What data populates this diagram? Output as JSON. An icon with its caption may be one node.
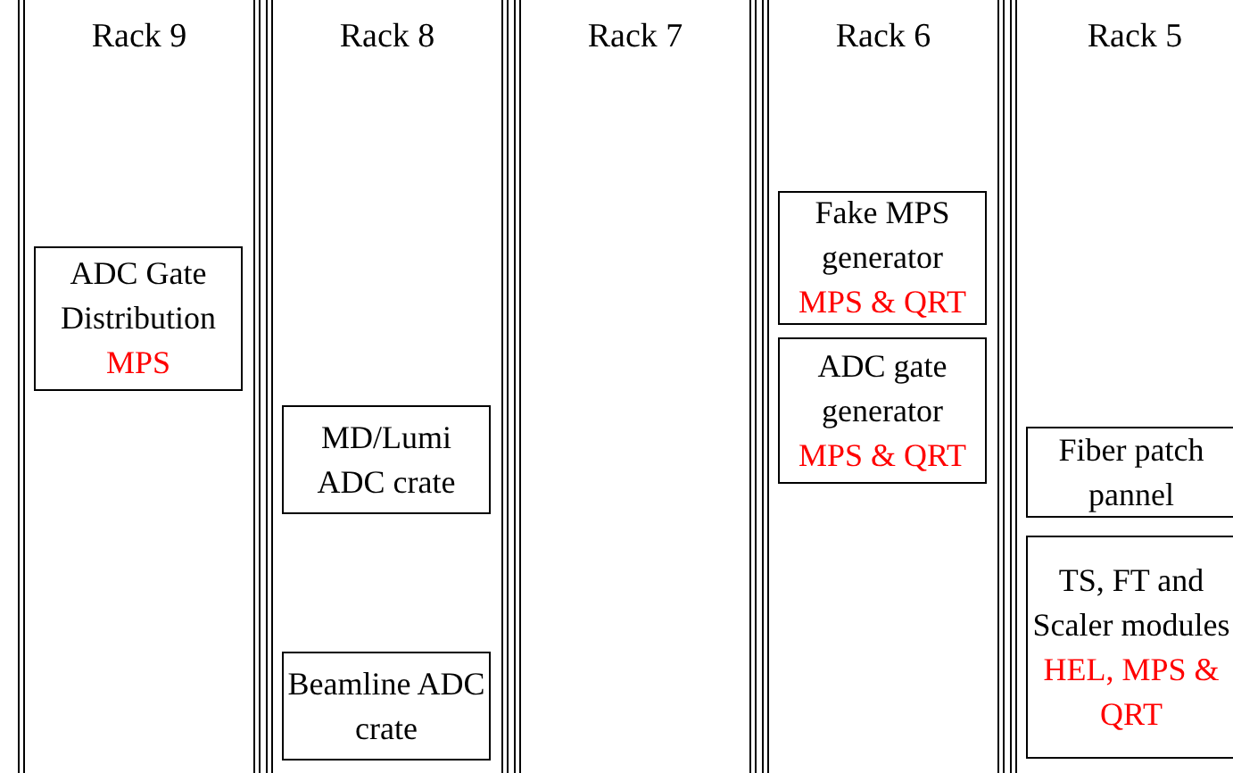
{
  "diagram": {
    "nodes": [
      {
        "text": [
          "Rack 9"
        ]
      },
      {
        "text": [
          "ADC Gate Distribution",
          "MPS"
        ],
        "in": 0
      },
      {
        "text": [
          "Rack 8"
        ]
      },
      {
        "text": [
          "MD/Lumi ADC crate"
        ],
        "in": 2
      },
      {
        "text": [
          "Beamline ADC crate"
        ],
        "in": 2
      },
      {
        "text": [
          "Rack 7"
        ]
      },
      {
        "text": [
          "Rack 6"
        ]
      },
      {
        "text": [
          "Fake MPS generator",
          "MPS & QRT"
        ],
        "in": 6
      },
      {
        "text": [
          "ADC gate generator",
          "MPS & QRT"
        ],
        "in": 6
      },
      {
        "text": [
          "Rack 5"
        ]
      },
      {
        "text": [
          "Fiber patch pannel"
        ],
        "in": 9
      },
      {
        "text": [
          "TS, FT and Scaler modules",
          "HEL, MPS & QRT"
        ],
        "in": 9
      }
    ],
    "edges": []
  }
}
